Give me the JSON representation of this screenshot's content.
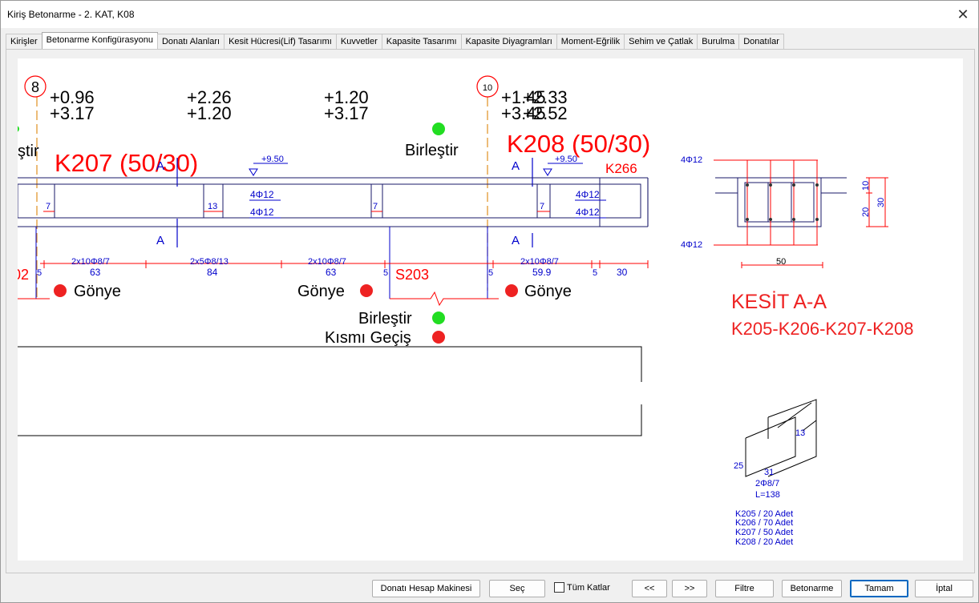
{
  "window": {
    "title": "Kiriş Betonarme - 2. KAT, K08"
  },
  "tabs": [
    "Kirişler",
    "Betonarme Konfigürasyonu",
    "Donatı Alanları",
    "Kesit Hücresi(Lif) Tasarımı",
    "Kuvvetler",
    "Kapasite Tasarımı",
    "Kapasite Diyagramları",
    "Moment-Eğrilik",
    "Sehim ve Çatlak",
    "Burulma",
    "Donatılar"
  ],
  "drawing": {
    "axis_left": "8",
    "axis_right": "10",
    "levels_top": [
      "+0.96",
      "+2.26",
      "+1.20",
      "+1.45",
      "+3.17",
      "+1.20",
      "+3.17",
      "+3.45"
    ],
    "levels_overlap": [
      "+2.33",
      "+2.52"
    ],
    "birlestir": "Birleştir",
    "birlestir_partial": "ştir",
    "kismi_gecis": "Kısmı Geçiş",
    "gonye": "Gönye",
    "beam_left": "K207 (50/30)",
    "beam_right": "K208 (50/30)",
    "beam_next": "K266",
    "elev_left": "+9.50",
    "elev_right": "+9.50",
    "section_mark": "A",
    "rebar_top": "4Φ12",
    "rebar_bottom": "4Φ12",
    "dims_small": [
      "7",
      "13",
      "7",
      "7"
    ],
    "stirrups": [
      "2x10Φ8/7",
      "2x5Φ8/13",
      "2x10Φ8/7",
      "2x10Φ8/7"
    ],
    "lengths": [
      "63",
      "84",
      "63",
      "59.9",
      "30"
    ],
    "dims_end": [
      "5",
      "5",
      "5",
      "5"
    ],
    "support_left": "02",
    "support_mid": "S203",
    "section_title": "KESİT A-A",
    "section_beams": "K205-K206-K207-K208",
    "section_top_rebar": "4Φ12",
    "section_bottom_rebar": "4Φ12",
    "section_width": "50",
    "section_height": "30",
    "section_h1": "20",
    "section_h2": "10",
    "stirrup_dims": [
      "13",
      "25",
      "31"
    ],
    "stirrup_label": "2Φ8/7",
    "stirrup_length": "L=138",
    "counts": [
      "K205 / 20 Adet",
      "K206 / 70 Adet",
      "K207 / 50 Adet",
      "K208 / 20 Adet"
    ]
  },
  "buttons": {
    "calc": "Donatı Hesap Makinesi",
    "select": "Seç",
    "all_floors": "Tüm Katlar",
    "prev": "<<",
    "next": ">>",
    "filter": "Filtre",
    "concrete": "Betonarme",
    "ok": "Tamam",
    "cancel": "İptal"
  },
  "colors": {
    "red": "#ff0000",
    "blue": "#0000cc",
    "green": "#22dd22",
    "orange": "#e09020",
    "dark": "#1a1a6a"
  }
}
